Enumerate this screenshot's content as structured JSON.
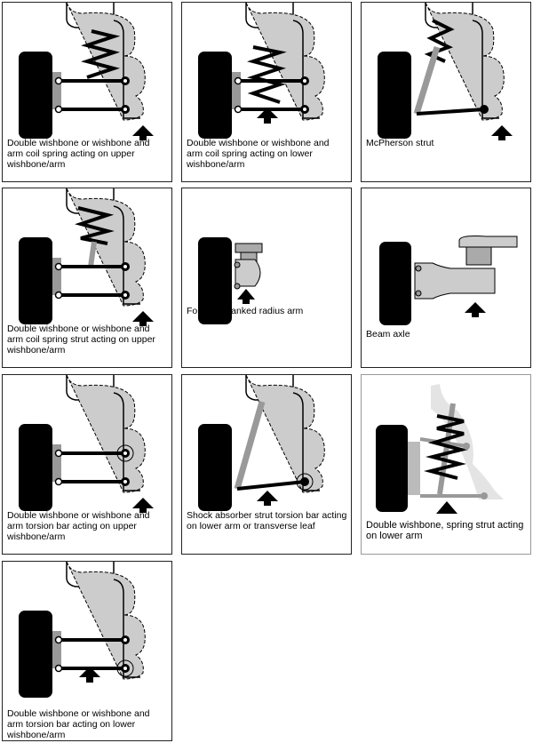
{
  "panels": [
    {
      "caption": "Double wishbone or wishbone and arm coil spring acting on upper wishbone/arm"
    },
    {
      "caption": "Double wishbone or wishbone and arm coil spring acting on lower wishbone/arm"
    },
    {
      "caption": "McPherson strut"
    },
    {
      "caption": "Double wishbone or wishbone and arm coil spring strut acting on upper wishbone/arm"
    },
    {
      "caption": "Forward cranked radius arm"
    },
    {
      "caption": "Beam axle"
    },
    {
      "caption": "Double wishbone or wishbone and arm torsion bar acting on upper wishbone/arm"
    },
    {
      "caption": "Shock absorber strut torsion bar acting on lower arm or transverse leaf"
    },
    {
      "caption": "Double wishbone, spring strut acting on lower arm"
    },
    {
      "caption": "Double wishbone or wishbone and arm torsion bar acting on lower wishbone/arm"
    }
  ],
  "colors": {
    "wheel": "#000000",
    "body": "#cccccc",
    "link": "#999999"
  }
}
